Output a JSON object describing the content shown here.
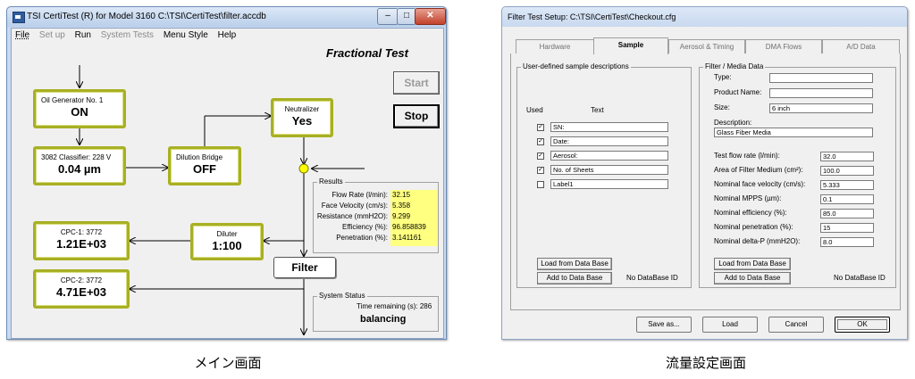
{
  "main_window": {
    "title": "TSI CertiTest (R) for Model 3160      C:\\TSI\\CertiTest\\filter.accdb",
    "menu": [
      "File",
      "Set up",
      "Run",
      "System Tests",
      "Menu Style",
      "Help"
    ],
    "heading": "Fractional Test",
    "start_label": "Start",
    "stop_label": "Stop",
    "filter_label": "Filter",
    "nodes": {
      "oil_generator": {
        "caption": "Oil Generator No. 1",
        "value": "ON"
      },
      "classifier": {
        "caption": "3082 Classifier: 228 V",
        "value": "0.04 µm"
      },
      "dilution_bridge": {
        "caption": "Dilution Bridge",
        "value": "OFF"
      },
      "neutralizer": {
        "caption": "Neutralizer",
        "value": "Yes"
      },
      "diluter": {
        "caption": "Diluter",
        "value": "1:100"
      },
      "cpc1": {
        "caption": "CPC-1: 3772",
        "value": "1.21E+03"
      },
      "cpc2": {
        "caption": "CPC-2: 3772",
        "value": "4.71E+03"
      }
    },
    "results": {
      "title": "Results",
      "rows": [
        {
          "label": "Flow Rate (l/min):",
          "value": "32.15"
        },
        {
          "label": "Face Velocity (cm/s):",
          "value": "5.358"
        },
        {
          "label": "Resistance (mmH2O):",
          "value": "9.299"
        },
        {
          "label": "Efficiency (%):",
          "value": "96.858839"
        },
        {
          "label": "Penetration (%):",
          "value": "3.141161"
        }
      ]
    },
    "status": {
      "title": "System Status",
      "time_remaining": "Time remaining (s): 286",
      "state": "balancing"
    }
  },
  "dialog": {
    "title": "Filter Test Setup: C:\\TSI\\CertiTest\\Checkout.cfg",
    "tabs": [
      "Hardware",
      "Sample",
      "Aerosol & Timing",
      "DMA Flows",
      "A/D Data"
    ],
    "sample_group": {
      "title": "User-defined sample descriptions",
      "col_used": "Used",
      "col_text": "Text",
      "rows": [
        {
          "checked": true,
          "text": "SN:"
        },
        {
          "checked": true,
          "text": "Date:"
        },
        {
          "checked": true,
          "text": "Aerosol:"
        },
        {
          "checked": true,
          "text": "No. of Sheets"
        },
        {
          "checked": false,
          "text": "Label1"
        }
      ],
      "load_label": "Load from Data Base",
      "add_label": "Add to Data Base",
      "db_id": "No DataBase ID"
    },
    "filter_group": {
      "title": "Filter / Media Data",
      "type_label": "Type:",
      "type_value": "",
      "product_label": "Product Name:",
      "product_value": "",
      "size_label": "Size:",
      "size_value": "6 inch",
      "desc_label": "Description:",
      "desc_value": "Glass Fiber Media",
      "params": [
        {
          "label": "Test flow rate (l/min):",
          "value": "32.0"
        },
        {
          "label": "Area of Filter Medium (cm²):",
          "value": "100.0"
        },
        {
          "label": "Nominal face velocity (cm/s):",
          "value": "5.333"
        },
        {
          "label": "Nominal MPPS (µm):",
          "value": "0.1"
        },
        {
          "label": "Nominal efficiency (%):",
          "value": "85.0"
        },
        {
          "label": "Nominal penetration (%):",
          "value": "15"
        },
        {
          "label": "Nominal delta-P (mmH2O):",
          "value": "8.0"
        }
      ],
      "load_label": "Load from Data Base",
      "add_label": "Add to Data Base",
      "db_id": "No DataBase ID"
    },
    "buttons": {
      "save": "Save as...",
      "load": "Load",
      "cancel": "Cancel",
      "ok": "OK"
    }
  },
  "captions": {
    "left": "メイン画面",
    "right": "流量設定画面"
  },
  "colors": {
    "node_border": "#a8b023",
    "results_highlight": "#ffff80",
    "junction": "#ffff00"
  }
}
